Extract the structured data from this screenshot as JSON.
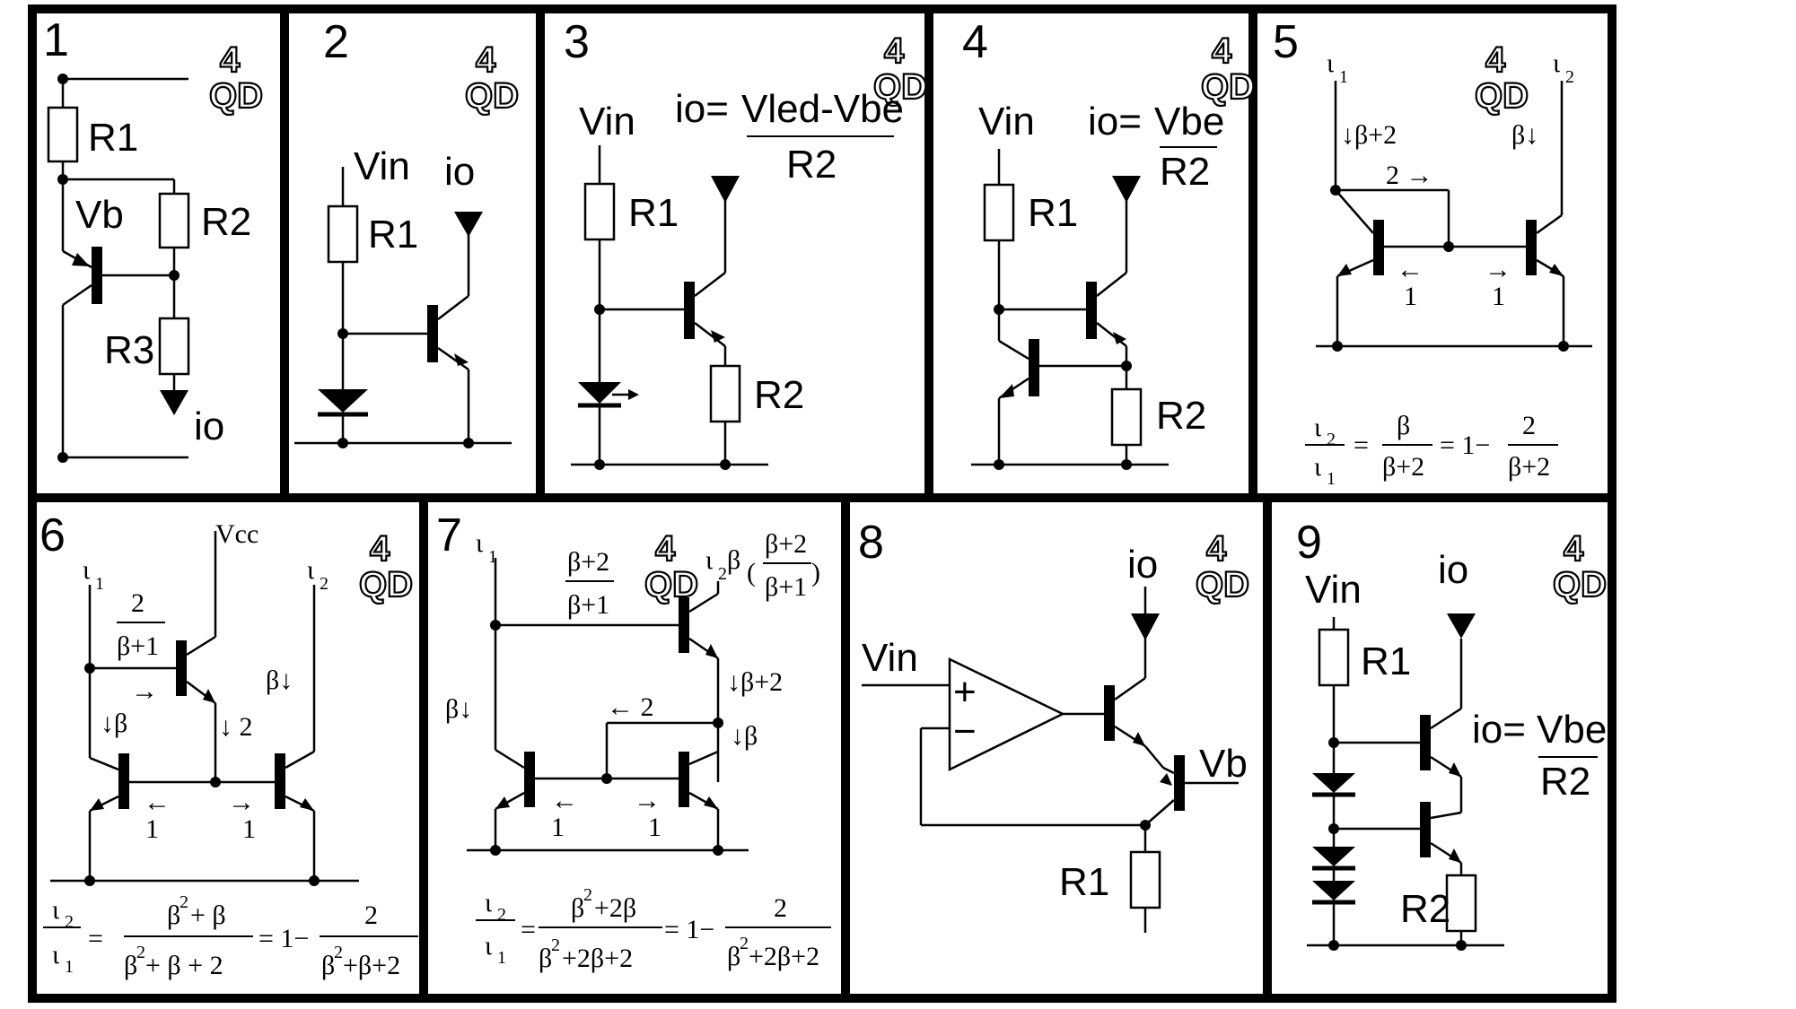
{
  "panels": [
    {
      "number": "1",
      "labels": {
        "r1": "R1",
        "r2": "R2",
        "r3": "R3",
        "vb": "Vb",
        "io": "io"
      }
    },
    {
      "number": "2",
      "labels": {
        "vin": "Vin",
        "io": "io",
        "r1": "R1"
      }
    },
    {
      "number": "3",
      "labels": {
        "vin": "Vin",
        "r1": "R1",
        "r2": "R2",
        "eq_left": "io=",
        "eq_num": "Vled-Vbe",
        "eq_den": "R2"
      }
    },
    {
      "number": "4",
      "labels": {
        "vin": "Vin",
        "r1": "R1",
        "r2": "R2",
        "eq_left": "io=",
        "eq_num": "Vbe",
        "eq_den": "R2"
      }
    },
    {
      "number": "5",
      "labels": {
        "i1": "ι",
        "i1_sub": "1",
        "i2": "ι",
        "i2_sub": "2",
        "b2": "↓β+2",
        "bd": "β↓",
        "two": "2 →",
        "la": "←",
        "ra": "→",
        "one_l": "1",
        "one_r": "1",
        "f_i2": "ι",
        "f_i2s": "2",
        "f_i1": "ι",
        "f_i1s": "1",
        "f_eq": "=",
        "f_b": "β",
        "f_b2": "β+2",
        "f_eq2": "= 1−",
        "f_2": "2",
        "f_b3": "β+2"
      }
    },
    {
      "number": "6",
      "labels": {
        "vcc": "Vcc",
        "i1": "ι",
        "i1_sub": "1",
        "i2": "ι",
        "i2_sub": "2",
        "f2": "2",
        "fb1": "β+1",
        "ra": "→",
        "db": "↓β",
        "d2": "↓ 2",
        "bd": "β↓",
        "la": "←",
        "ra2": "→",
        "one_l": "1",
        "one_r": "1",
        "f_i2": "ι",
        "f_i2s": "2",
        "f_i1": "ι",
        "f_i1s": "1",
        "f_eq": "=",
        "f_n1": "β",
        "f_n1s": "2",
        "f_n2": "+ β",
        "f_d1": "β",
        "f_d1s": "2",
        "f_d2": "+ β + 2",
        "f_eq2": "= 1−",
        "f_2": "2",
        "f_d3": "β",
        "f_d3s": "2",
        "f_d4": "+β+2"
      }
    },
    {
      "number": "7",
      "labels": {
        "i1": "ι",
        "i1_sub": "1",
        "i2": "ι",
        "i2_sub": "2",
        "fn": "β+2",
        "fd": "β+1",
        "bf": "β",
        "pn": "β+2",
        "pd": "β+1",
        "bd": "β↓",
        "db2": "↓β+2",
        "l2": "← 2",
        "db": "↓β",
        "la": "←",
        "ra": "→",
        "one_l": "1",
        "one_r": "1",
        "f_i2": "ι",
        "f_i2s": "2",
        "f_i1": "ι",
        "f_i1s": "1",
        "f_eq": "=",
        "f_n1": "β",
        "f_n1s": "2",
        "f_n2": "+2β",
        "f_d1": "β",
        "f_d1s": "2",
        "f_d2": "+2β+2",
        "f_eq2": "= 1−",
        "f_2": "2",
        "f_d3": "β",
        "f_d3s": "2",
        "f_d4": "+2β+2"
      }
    },
    {
      "number": "8",
      "labels": {
        "vin": "Vin",
        "io": "io",
        "vb": "Vb",
        "r1": "R1",
        "plus": "+",
        "minus": "−"
      }
    },
    {
      "number": "9",
      "labels": {
        "vin": "Vin",
        "io": "io",
        "r1": "R1",
        "r2": "R2",
        "eq_left": "io=",
        "eq_num": "Vbe",
        "eq_den": "R2"
      }
    }
  ],
  "logo": {
    "top": "4",
    "bottom": "QD"
  }
}
